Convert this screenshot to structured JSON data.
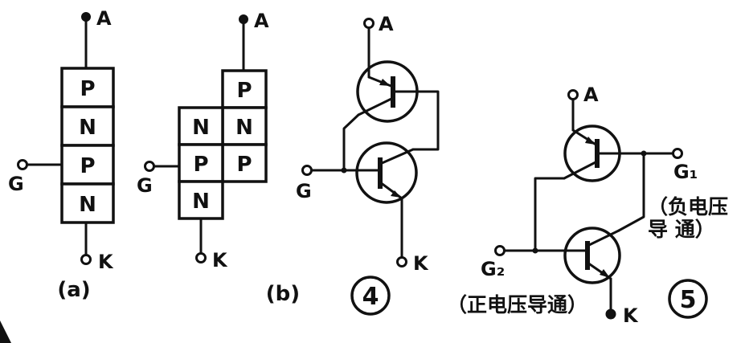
{
  "figures": {
    "a": {
      "caption": "(a)",
      "anode": "A",
      "gate": "G",
      "cathode": "K",
      "layers": [
        "P",
        "N",
        "P",
        "N"
      ]
    },
    "b": {
      "caption": "(b)",
      "anode": "A",
      "gate": "G",
      "cathode": "K",
      "right_layers": [
        "P",
        "N",
        "P"
      ],
      "left_layers": [
        "N",
        "P",
        "N"
      ]
    },
    "four": {
      "badge": "4",
      "anode": "A",
      "gate": "G",
      "cathode": "K"
    },
    "five": {
      "badge": "5",
      "anode": "A",
      "gate1": "G₁",
      "gate2": "G₂",
      "cathode": "K",
      "gate1_note_line1": "（负电压",
      "gate1_note_line2": "导  通）",
      "gate2_note": "（正电压导通）"
    }
  },
  "colors": {
    "ink": "#111111",
    "background": "#ffffff"
  }
}
